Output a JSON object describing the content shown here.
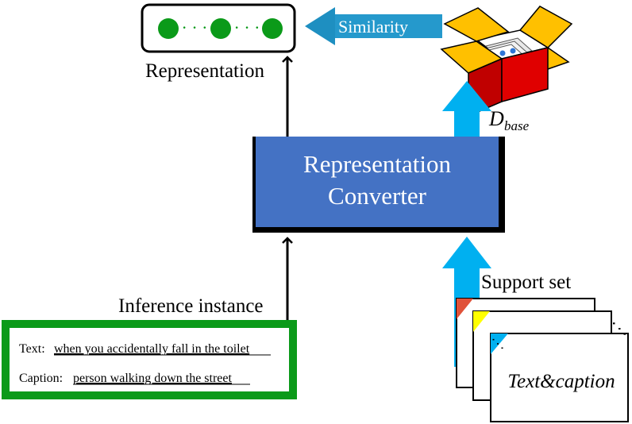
{
  "representation": {
    "label": "Representation",
    "dots_separator": "· · ·",
    "dot_color": "#0b9a19"
  },
  "similarity": {
    "label": "Similarity",
    "arrow_color": "#1e8fc1"
  },
  "dbase": {
    "symbol": "D",
    "subscript": "base"
  },
  "converter": {
    "line1": "Representation",
    "line2": "Converter",
    "fill": "#4472c4"
  },
  "support_set": {
    "label": "Support set",
    "card_label": "Text&caption",
    "more": "⋰"
  },
  "inference": {
    "label": "Inference instance",
    "box_color": "#0b9a19",
    "text_prefix": "Text:",
    "text_value": "when you accidentally fall in the toilet",
    "caption_prefix": "Caption:",
    "caption_value": "person walking down the street"
  },
  "colors": {
    "arrow_blue": "#00b0f0",
    "box_red": "#c00000",
    "box_yellow": "#ffc000"
  }
}
